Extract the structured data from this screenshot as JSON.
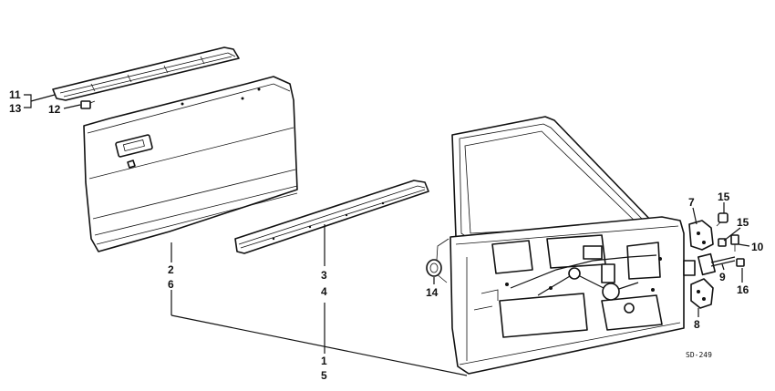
{
  "diagram": {
    "reference_code": "SD-249",
    "callouts": {
      "c1": "1",
      "c2": "2",
      "c3": "3",
      "c4": "4",
      "c5": "5",
      "c6": "6",
      "c7": "7",
      "c8": "8",
      "c9": "9",
      "c10": "10",
      "c11": "11",
      "c12": "12",
      "c13": "13",
      "c14": "14",
      "c15a": "15",
      "c15b": "15",
      "c16": "16"
    }
  }
}
